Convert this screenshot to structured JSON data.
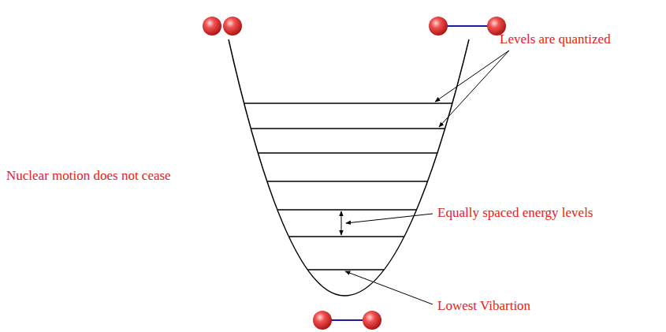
{
  "diagram": {
    "labels": [
      "Levels are quantized",
      "Nuclear motion does not cease",
      "Equally spaced energy levels",
      "Lowest Vibartion"
    ]
  }
}
